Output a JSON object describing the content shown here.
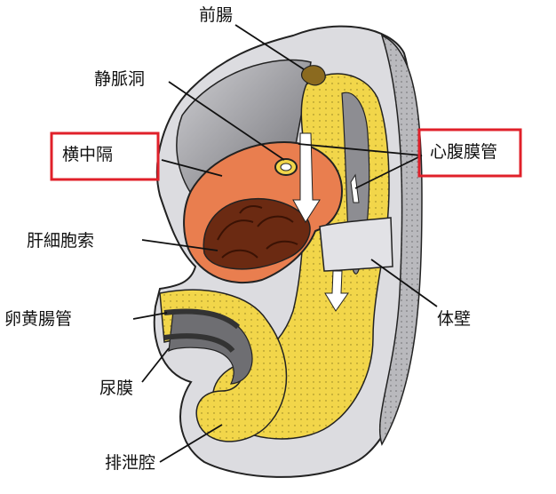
{
  "labels": {
    "foregut": "前腸",
    "vein": "静脈洞",
    "septum": "横中隔",
    "liver": "肝細胞索",
    "yolk": "卵黄腸管",
    "allantois": "尿膜",
    "cloaca": "排泄腔",
    "pericardio": "心腹膜管",
    "bodywall": "体壁"
  },
  "highlights": [
    "septum",
    "pericardio"
  ],
  "colors": {
    "highlight_border": "#e0202a",
    "yellow": "#f2d64a",
    "orange": "#e97e4f",
    "brown": "#6b2a12",
    "gray": "#8a8a8e",
    "lightgray": "#d6d6da"
  }
}
